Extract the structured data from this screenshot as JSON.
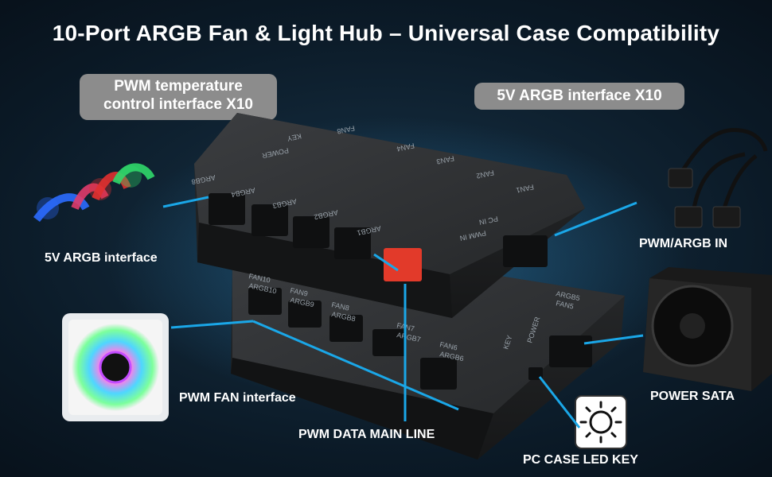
{
  "title": "10-Port ARGB Fan & Light Hub – Universal Case Compatibility",
  "callouts": {
    "pwm_temp_line1": "PWM temperature",
    "pwm_temp_line2": "control interface X10",
    "argb_x10": "5V ARGB interface X10",
    "argb_interface": "5V ARGB interface",
    "pwm_argb_in": "PWM/ARGB IN",
    "pwm_fan_interface": "PWM FAN interface",
    "power_sata": "POWER SATA",
    "pwm_data_main_line": "PWM DATA MAIN LINE",
    "pc_case_led_key": "PC CASE LED KEY"
  },
  "hub_top_labels": [
    "ARGB8",
    "ARGB4",
    "ARGB3",
    "ARGB2",
    "ARGB1",
    "FAN8",
    "FAN4",
    "FAN3",
    "FAN2",
    "FAN1",
    "KEY",
    "POWER",
    "PWM IN",
    "PC IN"
  ],
  "hub_bottom_labels": [
    "FAN10",
    "FAN9",
    "FAN8",
    "FAN7",
    "FAN6",
    "ARGB10",
    "ARGB9",
    "ARGB8",
    "ARGB7",
    "ARGB6",
    "ARGB5",
    "FAN5",
    "KEY",
    "POWER"
  ],
  "colors": {
    "callout_line": "#1aa7e8",
    "pill": "#8c8c8c",
    "hub_body": "#2f3133",
    "connector_highlight": "#e23a2a"
  }
}
